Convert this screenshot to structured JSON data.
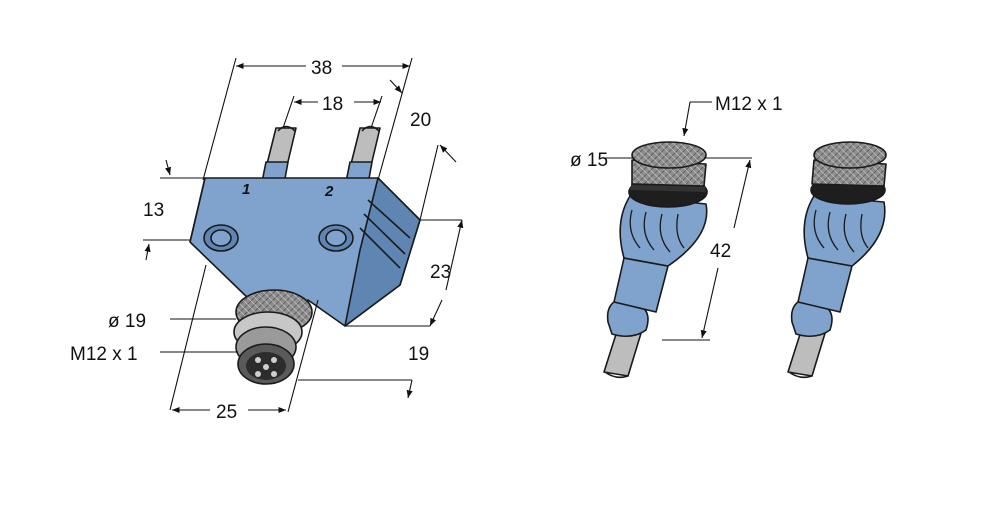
{
  "dimensions": {
    "width_38": "38",
    "spacing_18": "18",
    "depth_20": "20",
    "height_13": "13",
    "height_23": "23",
    "diameter_19": "ø 19",
    "thread_left": "M12 x 1",
    "depth_19": "19",
    "width_25": "25",
    "diameter_15": "ø 15",
    "thread_right": "M12 x 1",
    "length_42": "42"
  },
  "ports": {
    "port_1": "1",
    "port_2": "2"
  },
  "colors": {
    "housing_blue": "#7fa3cc",
    "housing_blue_dark": "#5f86b3",
    "cable_grey": "#b9b9b9",
    "nut_grey": "#9a9a9a",
    "outline": "#1a1a1a"
  }
}
